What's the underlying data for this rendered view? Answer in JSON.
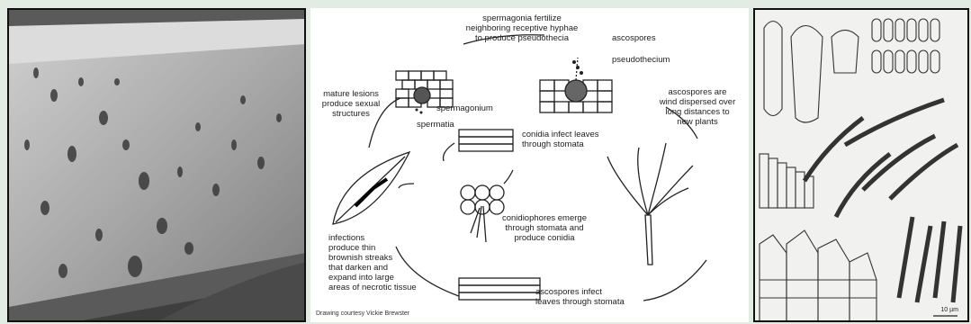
{
  "labels": {
    "spermagonia_fertilize": "spermagonia fertilize\nneighboring receptive hyphae\nto produce pseudothecia",
    "ascospores": "ascospores",
    "pseudothecium": "pseudothecium",
    "mature_lesions": "mature lesions\nproduce sexual\nstructures",
    "spermagonium": "spermagonium",
    "spermatia": "spermatia",
    "conidia_infect": "conidia infect leaves\nthrough stomata",
    "ascospores_wind": "ascospores are\nwind dispersed over\nlong distances to\nnew plants",
    "conidiophores": "conidiophores emerge\nthrough stomata and\nproduce conidia",
    "infections": "infections\nproduce thin\nbrownish streaks\nthat darken and\nexpand into large\nareas of necrotic tissue",
    "ascospores_infect": "ascospores infect\nleaves through stomata",
    "credit": "Drawing courtesy Vickie Brewster"
  },
  "scale_bar": "10 µm"
}
